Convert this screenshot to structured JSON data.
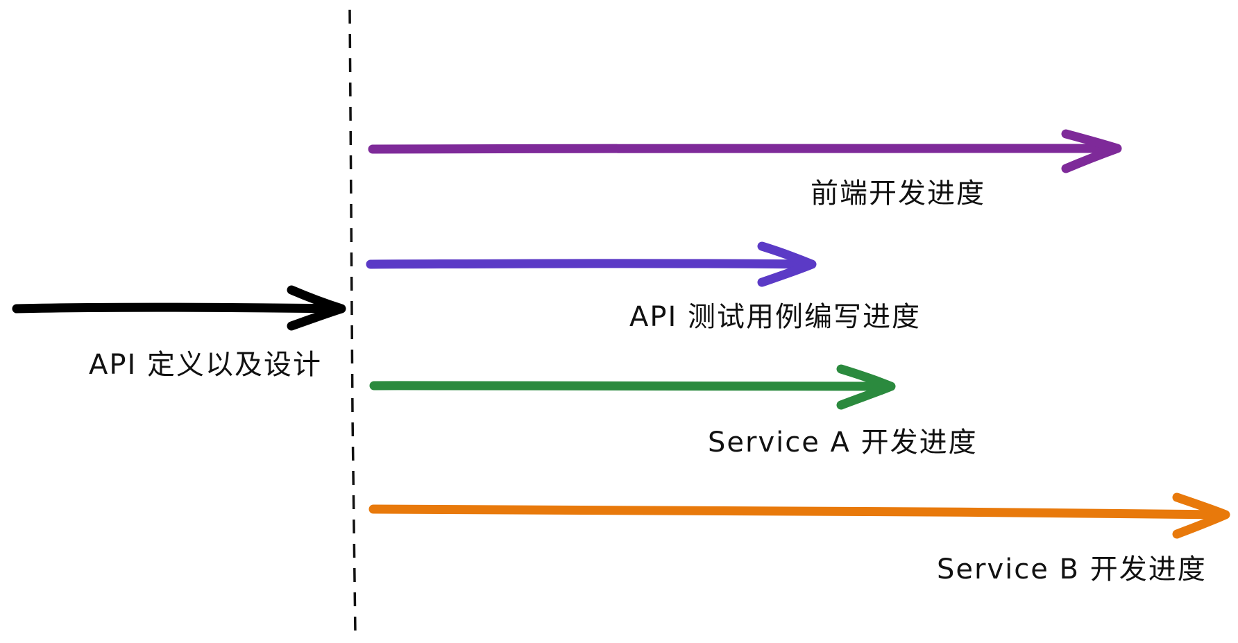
{
  "diagram": {
    "left_stage": {
      "label": "API 定义以及设计",
      "color": "#000000"
    },
    "tracks": [
      {
        "id": "frontend",
        "label": "前端开发进度",
        "color": "#7E2A99"
      },
      {
        "id": "api-tests",
        "label": "API 测试用例编写进度",
        "color": "#5B3AC6"
      },
      {
        "id": "service-a",
        "label": "Service A 开发进度",
        "color": "#2B8A3E"
      },
      {
        "id": "service-b",
        "label": "Service B 开发进度",
        "color": "#E8790B"
      }
    ],
    "divider": {
      "style": "dashed",
      "color": "#111111"
    }
  }
}
